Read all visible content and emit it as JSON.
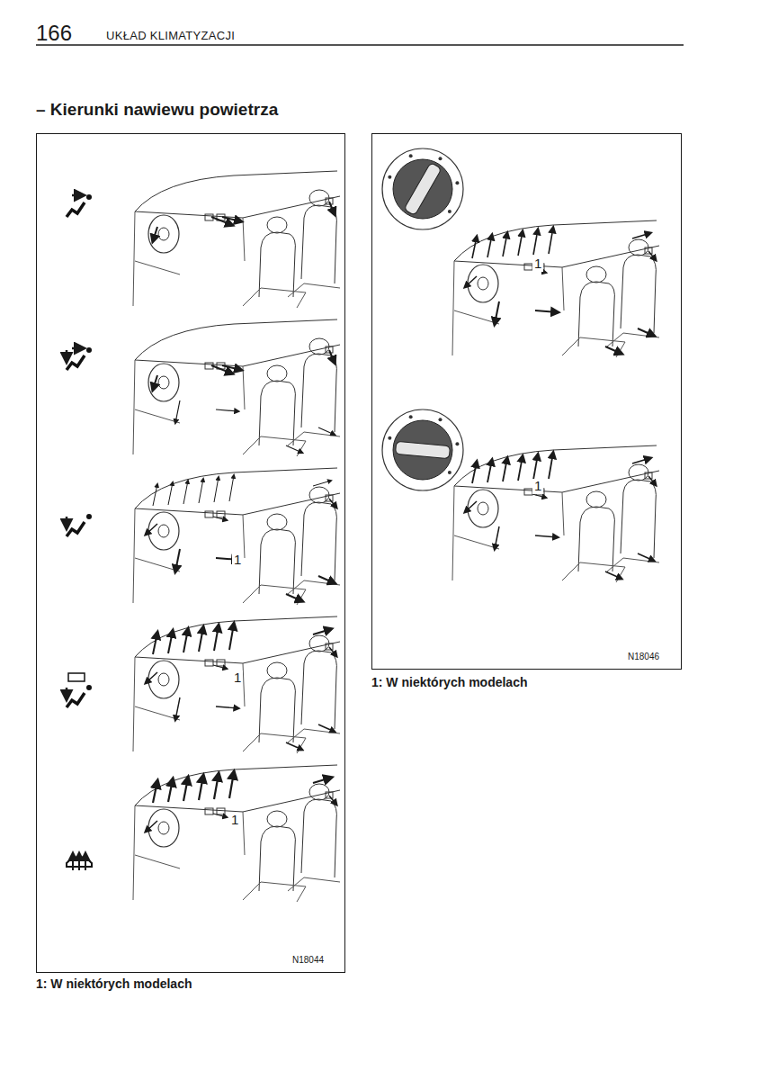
{
  "diagram": {
    "title": "– Kierunki nawiewu powietrza",
    "labels": [
      "166",
      "UKŁAD KLIMATYZACJI",
      "1",
      "1",
      "1",
      "1",
      "1",
      "N18044",
      "1: W niektórych modelach",
      "N18046",
      "1: W niektórych modelach"
    ]
  }
}
